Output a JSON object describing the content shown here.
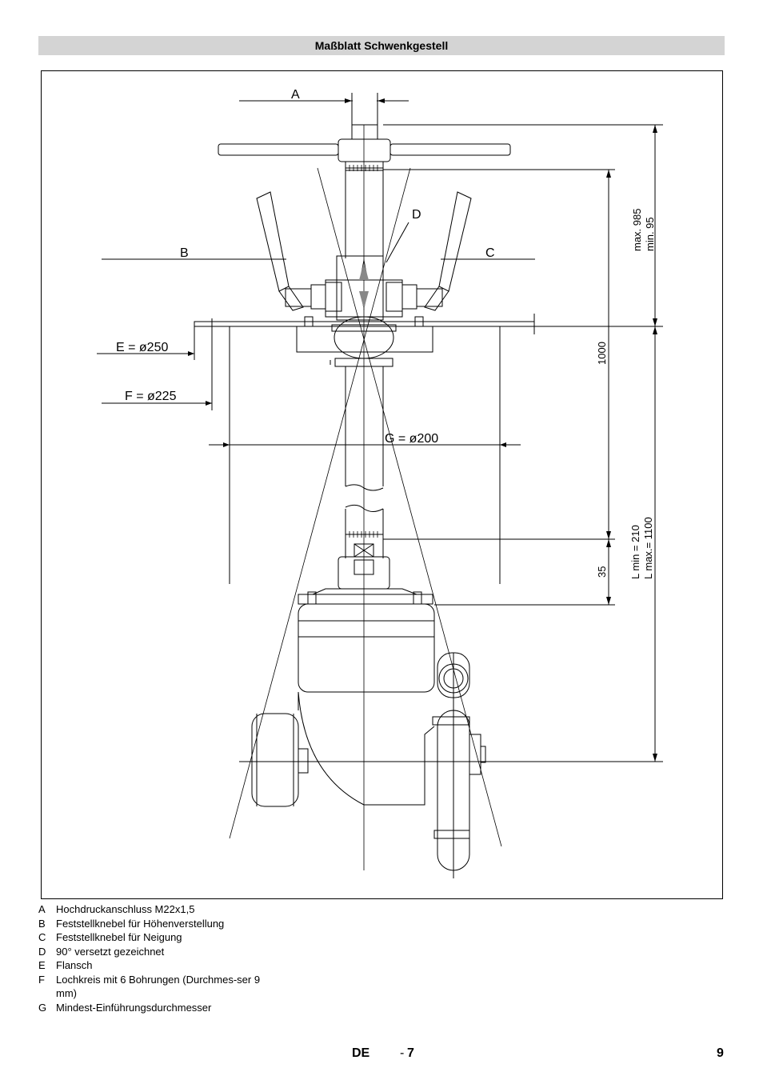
{
  "header": {
    "title": "Maßblatt Schwenkgestell"
  },
  "drawing": {
    "labels": {
      "A": "A",
      "B": "B",
      "C": "C",
      "D": "D",
      "E": "E = ø250",
      "F": "F = ø225",
      "G": "G = ø200"
    },
    "dimensions": {
      "max": "max. 985",
      "min": "min. 95",
      "d1000": "1000",
      "d35": "35",
      "lmin": "L min = 210",
      "lmax": "L max.= 1100"
    }
  },
  "legend": [
    {
      "key": "A",
      "text": "Hochdruckanschluss M22x1,5"
    },
    {
      "key": "B",
      "text": "Feststellknebel für Höhenverstellung"
    },
    {
      "key": "C",
      "text": "Feststellknebel für Neigung"
    },
    {
      "key": "D",
      "text": "90° versetzt gezeichnet"
    },
    {
      "key": "E",
      "text": "Flansch"
    },
    {
      "key": "F",
      "text": "Lochkreis mit 6 Bohrungen (Durchmes-ser 9 mm)"
    },
    {
      "key": "G",
      "text": "Mindest-Einführungsdurchmesser"
    }
  ],
  "footer": {
    "lang": "DE",
    "dash": "-",
    "section_page": "7",
    "page": "9"
  }
}
